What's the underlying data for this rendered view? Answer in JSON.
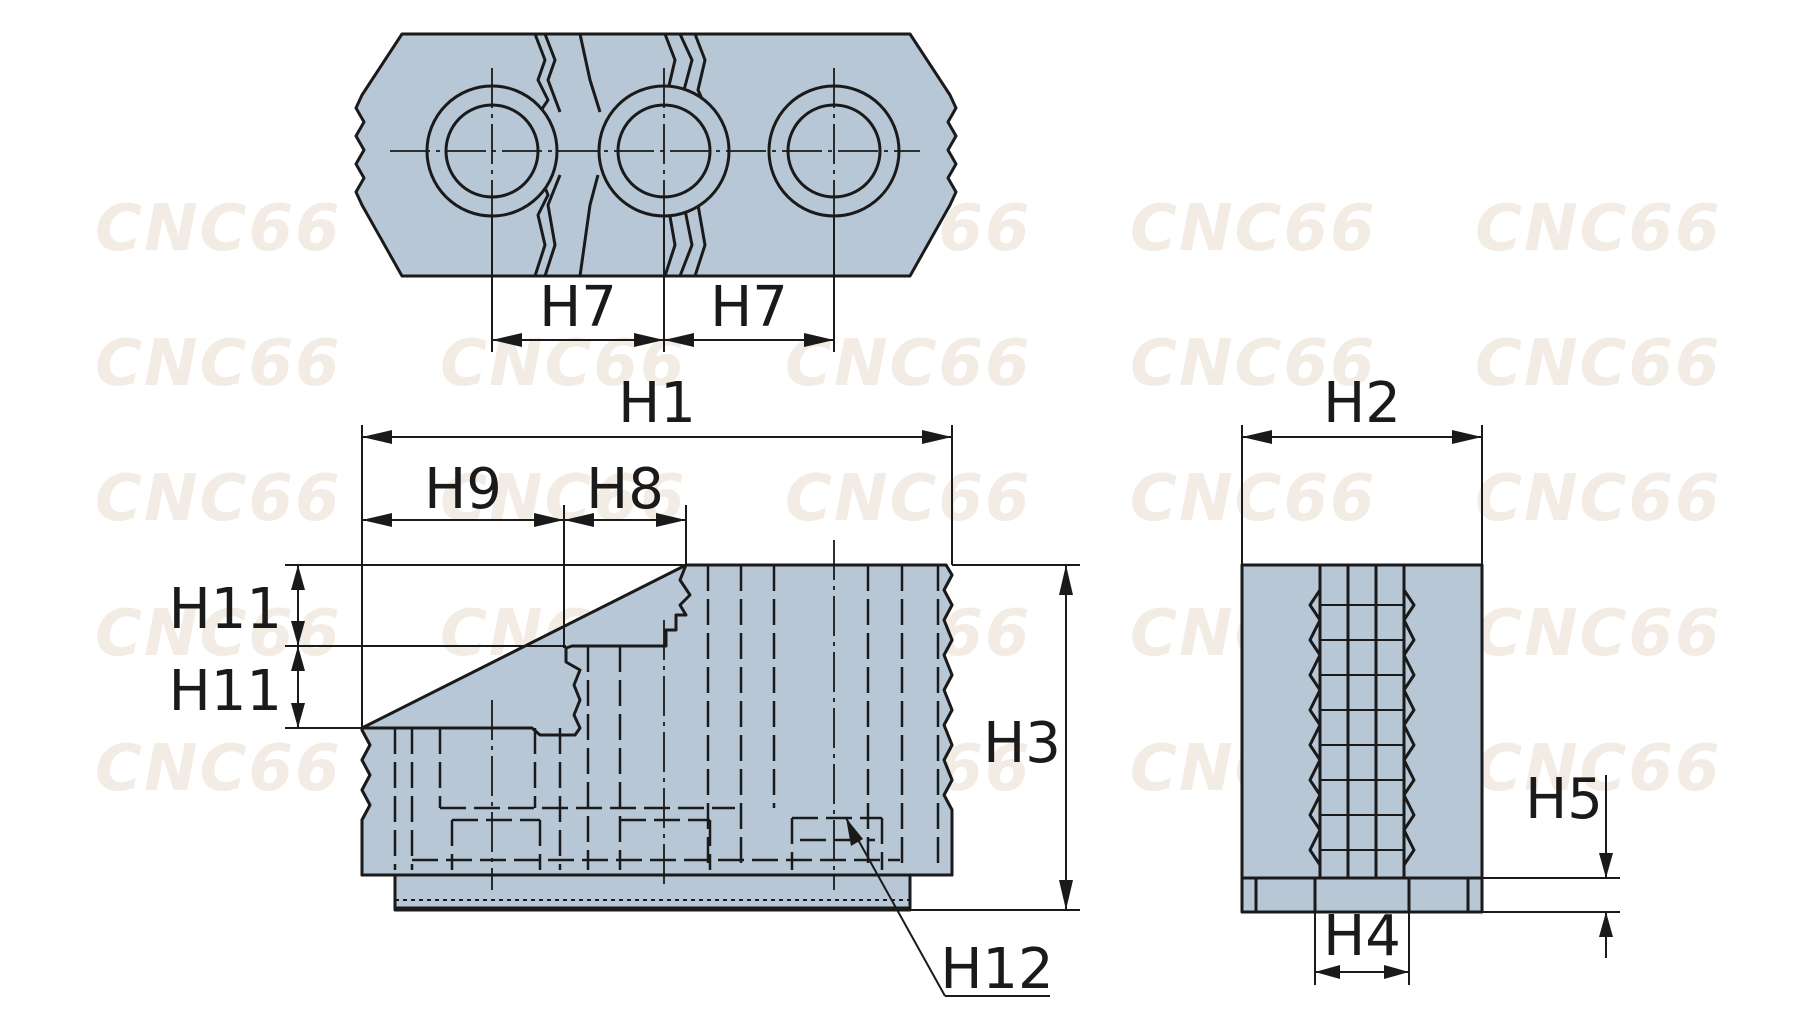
{
  "watermark": "CNC66",
  "labels": {
    "h1": "H1",
    "h2": "H2",
    "h3": "H3",
    "h4": "H4",
    "h5": "H5",
    "h7_left": "H7",
    "h7_right": "H7",
    "h8": "H8",
    "h9": "H9",
    "h11_top": "H11",
    "h11_bottom": "H11",
    "h12": "H12"
  },
  "colors": {
    "part_fill": "#b8c7d6",
    "line": "#1a1a1a",
    "watermark": "#f3ece4"
  }
}
